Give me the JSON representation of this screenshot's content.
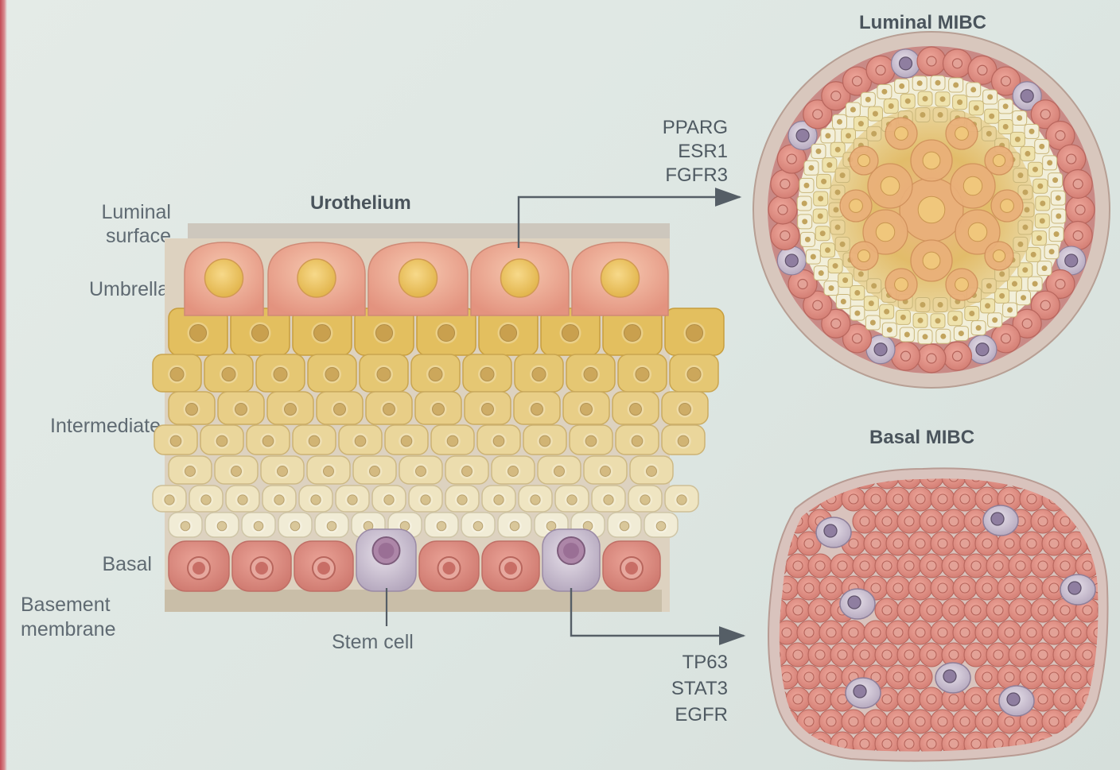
{
  "urothelium": {
    "title": "Urothelium",
    "layers": {
      "luminal_surface": "Luminal\nsurface",
      "umbrella": "Umbrella",
      "intermediate": "Intermediate",
      "basal": "Basal",
      "basement_membrane": "Basement\nmembrane"
    },
    "stem_cell_label": "Stem cell"
  },
  "luminal": {
    "title": "Luminal MIBC",
    "genes": [
      "PPARG",
      "ESR1",
      "FGFR3"
    ]
  },
  "basal_mibc": {
    "title": "Basal MIBC",
    "genes": [
      "TP63",
      "STAT3",
      "EGFR"
    ]
  },
  "colors": {
    "umbrella_cell": "#eba590",
    "intermediate_top": "#e6c46a",
    "intermediate_bottom": "#efe7c9",
    "basal_cell": "#d9857c",
    "stem_cell": "#c4b8cc",
    "arrow": "#555e66"
  }
}
